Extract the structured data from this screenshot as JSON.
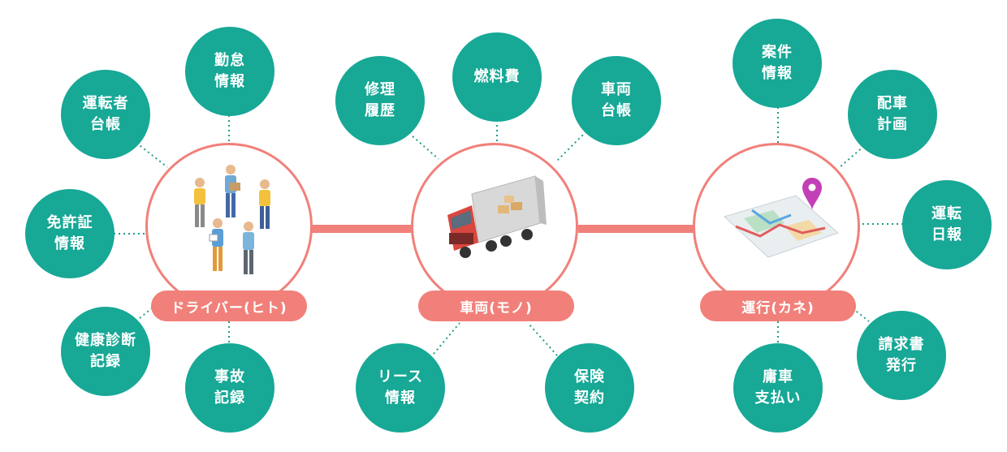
{
  "colors": {
    "node": "#17a896",
    "hub": "#f1807a",
    "dots": "#1e9c8a"
  },
  "hubs": [
    {
      "label": "ドライバー(ヒト)",
      "illustration": "workers-illustration"
    },
    {
      "label": "車両(モノ)",
      "illustration": "truck-illustration"
    },
    {
      "label": "運行(カネ)",
      "illustration": "map-pin-illustration"
    }
  ],
  "nodes": [
    {
      "label": "勤怠\n情報"
    },
    {
      "label": "運転者\n台帳"
    },
    {
      "label": "免許証\n情報"
    },
    {
      "label": "健康診断\n記録"
    },
    {
      "label": "事故\n記録"
    },
    {
      "label": "修理\n履歴"
    },
    {
      "label": "燃料費"
    },
    {
      "label": "車両\n台帳"
    },
    {
      "label": "リース\n情報"
    },
    {
      "label": "保険\n契約"
    },
    {
      "label": "案件\n情報"
    },
    {
      "label": "配車\n計画"
    },
    {
      "label": "運転\n日報"
    },
    {
      "label": "請求書\n発行"
    },
    {
      "label": "庸車\n支払い"
    }
  ]
}
